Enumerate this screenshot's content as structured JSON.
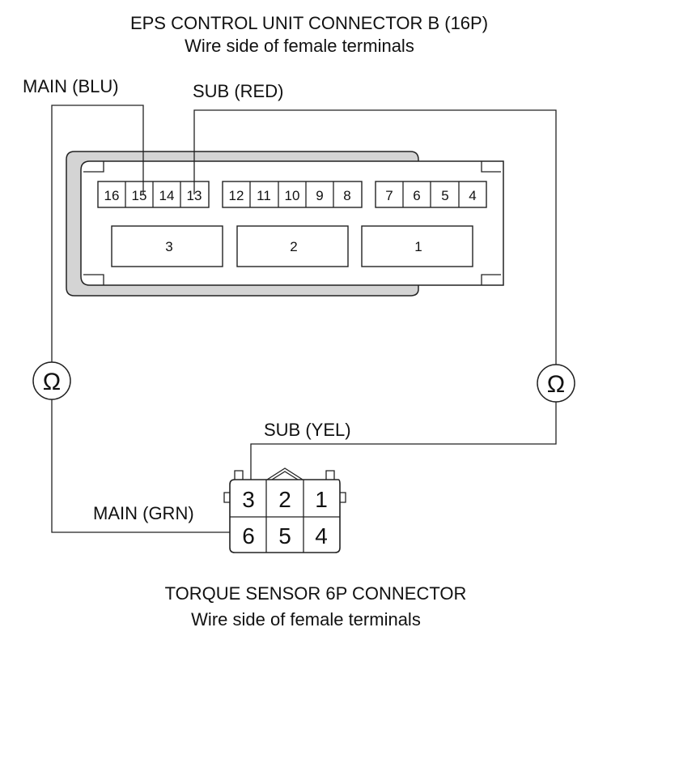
{
  "eps": {
    "title": "EPS CONTROL UNIT CONNECTOR B (16P)",
    "subtitle": "Wire side of female terminals",
    "pins_small": [
      "16",
      "15",
      "14",
      "13",
      "12",
      "11",
      "10",
      "9",
      "8",
      "7",
      "6",
      "5",
      "4"
    ],
    "pins_large": [
      "3",
      "2",
      "1"
    ]
  },
  "labels": {
    "main_blu": "MAIN (BLU)",
    "sub_red": "SUB (RED)",
    "sub_yel": "SUB (YEL)",
    "main_grn": "MAIN (GRN)"
  },
  "meter": {
    "symbol": "Ω",
    "icon": "ohmmeter-icon"
  },
  "torque": {
    "title": "TORQUE SENSOR 6P CONNECTOR",
    "subtitle": "Wire side of female terminals",
    "pins": [
      "3",
      "2",
      "1",
      "6",
      "5",
      "4"
    ]
  }
}
